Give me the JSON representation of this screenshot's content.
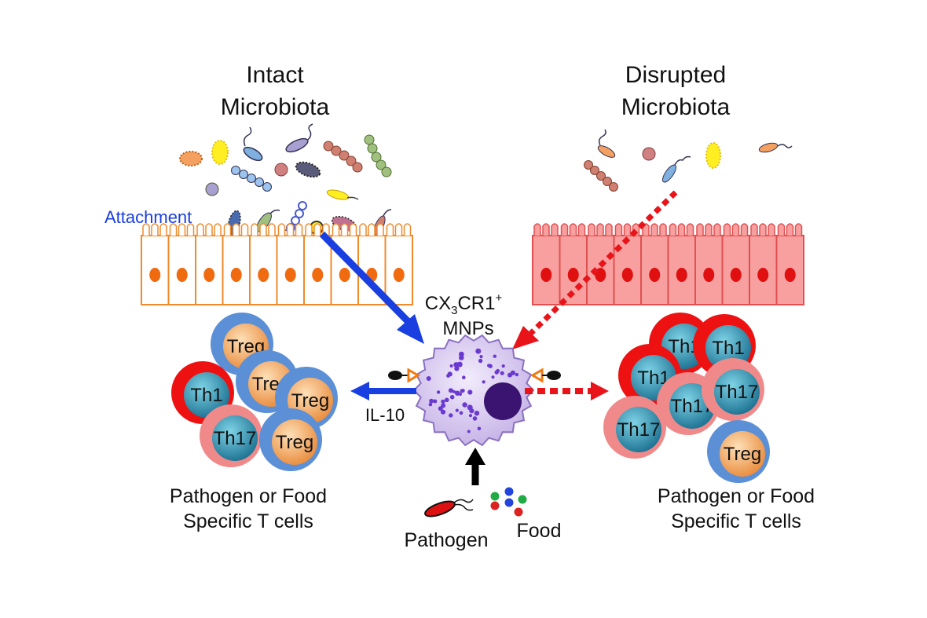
{
  "titles": {
    "intact_line1": "Intact",
    "intact_line2": "Microbiota",
    "disrupted_line1": "Disrupted",
    "disrupted_line2": "Microbiota"
  },
  "labels": {
    "attachment": "Attachment",
    "mnp_line1_a": "CX",
    "mnp_line1_sub": "3",
    "mnp_line1_b": "CR1",
    "mnp_line1_sup": "+",
    "mnp_line2": "MNPs",
    "il10": "IL-10",
    "pathogen": "Pathogen",
    "food": "Food",
    "left_caption_line1": "Pathogen or Food",
    "left_caption_line2": "Specific T cells",
    "right_caption_line1": "Pathogen or Food",
    "right_caption_line2": "Specific T cells"
  },
  "left_cells": [
    "Treg",
    "Treg",
    "Treg",
    "Th1",
    "Th17",
    "Treg"
  ],
  "right_cells": [
    "Th1",
    "Th1",
    "Th1",
    "Th17",
    "Th17",
    "Th17",
    "Treg"
  ],
  "colors": {
    "blue_arrow": "#1a3fe0",
    "red_arrow": "#e8141a",
    "treg_ring": "#5b8fd6",
    "th1_ring": "#ee1111",
    "th17_ring": "#f08a8a",
    "treg_core": "#f2a060",
    "th_core": "#2a8fb0",
    "epithelium_intact": "#f08a2a",
    "epithelium_disrupted": "#f07070",
    "mnp_body": "#d8c8f0",
    "mnp_nucleus": "#3a1470"
  }
}
